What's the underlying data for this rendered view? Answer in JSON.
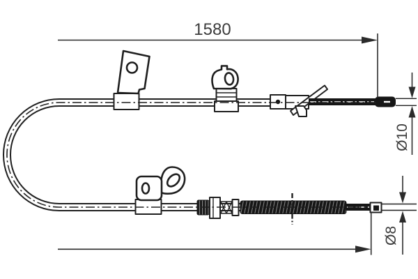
{
  "page": {
    "background": "#ffffff"
  },
  "drawing": {
    "kind": "technical-line-drawing",
    "subject": "parking brake cable, side view with U-bend",
    "line_color": "#1f1f1f",
    "dimension_color": "#2b2b2b",
    "text_color": "#3c3c3c",
    "dimensions": {
      "overall_length": "1580",
      "upper_rod_diameter": "Ø10",
      "lower_rod_diameter": "Ø8"
    }
  }
}
